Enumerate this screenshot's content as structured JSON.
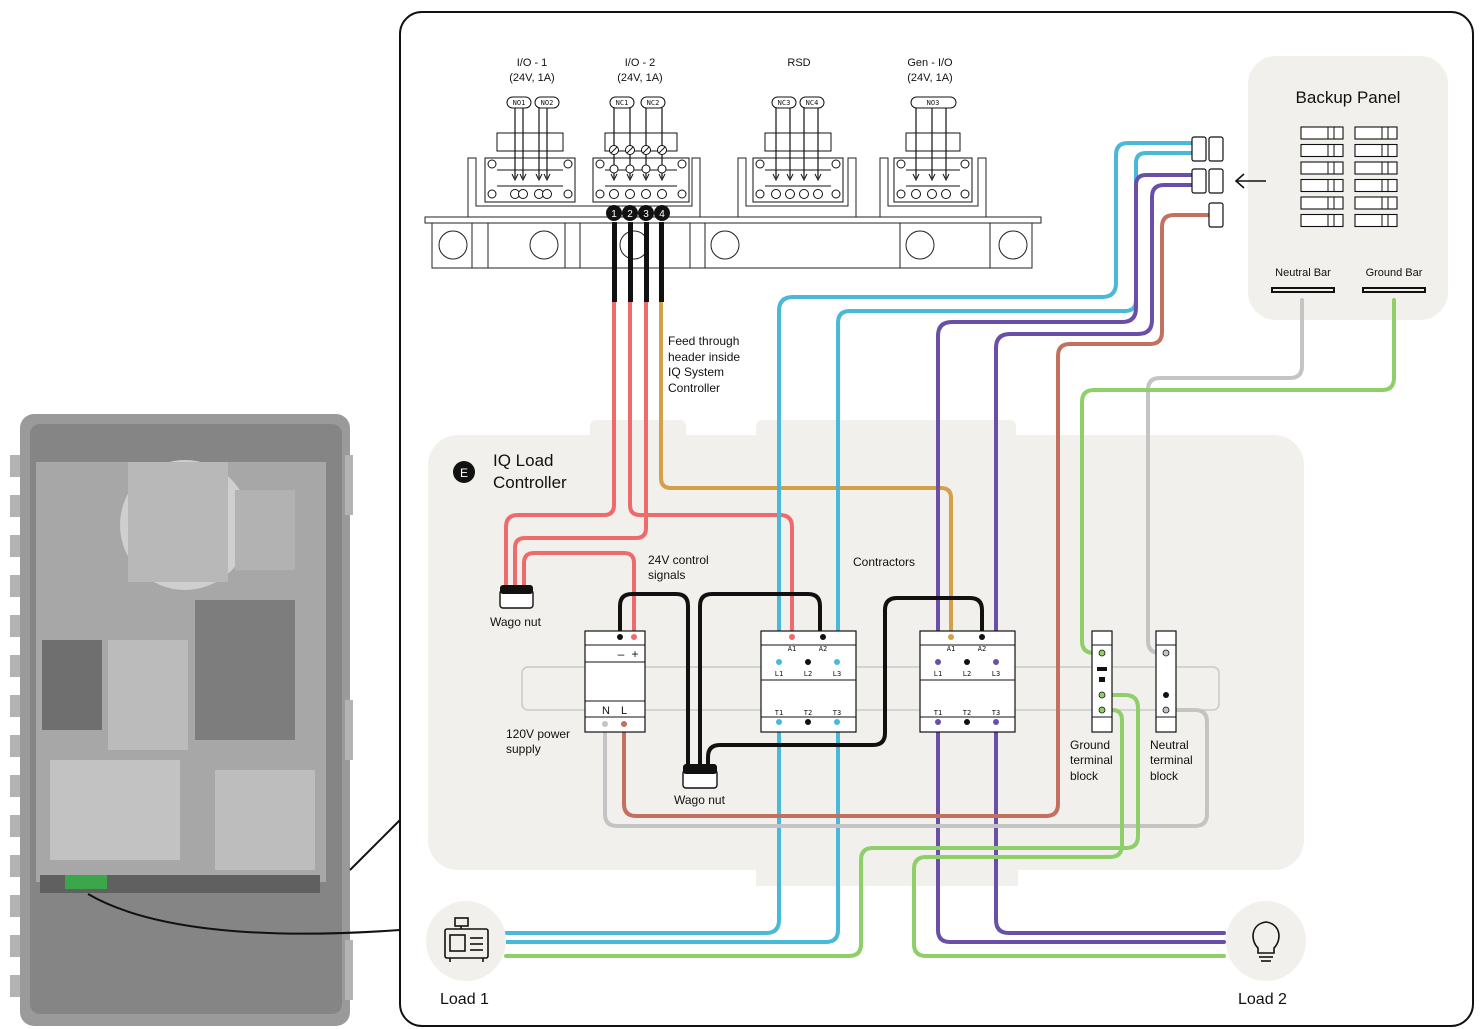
{
  "colors": {
    "red": "#ee6b6b",
    "blue": "#4ab8d8",
    "purple": "#6a4fa8",
    "brown": "#c3705e",
    "orange": "#d4a04a",
    "green": "#8fcf6a",
    "gray": "#c4c4c4",
    "black": "#111111",
    "panel_bg": "#f1f0ec"
  },
  "io_ports": [
    {
      "title": "I/O - 1",
      "rating": "(24V, 1A)",
      "pins": [
        "NO1",
        "NO2"
      ]
    },
    {
      "title": "I/O - 2",
      "rating": "(24V, 1A)",
      "pins": [
        "NC1",
        "NC2"
      ]
    },
    {
      "title": "RSD",
      "rating": "",
      "pins": [
        "NC3",
        "NC4"
      ]
    },
    {
      "title": "Gen - I/O",
      "rating": "(24V, 1A)",
      "pins": [
        "NO3"
      ]
    }
  ],
  "header_pins": [
    "1",
    "2",
    "3",
    "4"
  ],
  "feed_through_note": [
    "Feed through",
    "header inside",
    "IQ System",
    "Controller"
  ],
  "backup_panel": {
    "title": "Backup Panel",
    "neutral_bar": "Neutral Bar",
    "ground_bar": "Ground Bar"
  },
  "load_controller": {
    "badge": "E",
    "title_line1": "IQ Load",
    "title_line2": "Controller"
  },
  "labels": {
    "control_signals_1": "24V control",
    "control_signals_2": "signals",
    "contractors": "Contractors",
    "wago_nut_top": "Wago nut",
    "wago_nut_bottom": "Wago nut",
    "power_supply_1": "120V power",
    "power_supply_2": "supply",
    "psu_minus": "–",
    "psu_plus": "+",
    "psu_n": "N",
    "psu_l": "L",
    "ground_block": [
      "Ground",
      "terminal",
      "block"
    ],
    "neutral_block": [
      "Neutral",
      "terminal",
      "block"
    ]
  },
  "contactor_terminals": {
    "coil": [
      "A1",
      "A2"
    ],
    "line": [
      "L1",
      "L2",
      "L3"
    ],
    "load": [
      "T1",
      "T2",
      "T3"
    ]
  },
  "loads": {
    "load1": "Load 1",
    "load2": "Load 2",
    "load1_icon": "generator-icon",
    "load2_icon": "lightbulb-icon"
  },
  "arrow_icon": "arrow-left-icon"
}
